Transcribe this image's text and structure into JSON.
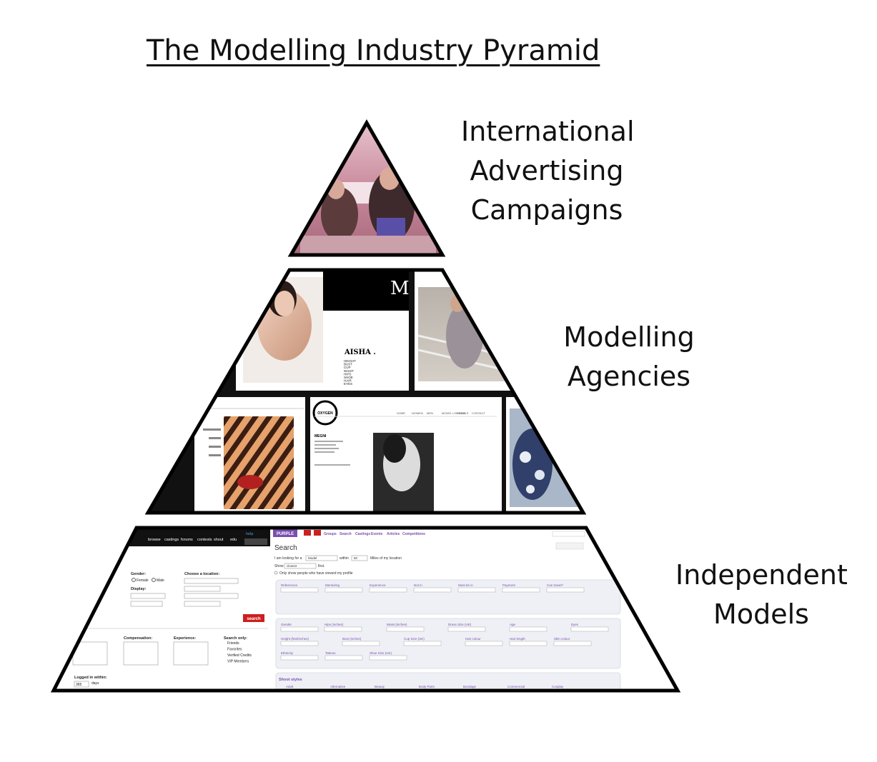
{
  "title": "The Modelling Industry Pyramid",
  "tiers": [
    {
      "label_lines": [
        "International",
        "Advertising",
        "Campaigns"
      ]
    },
    {
      "label_lines": [
        "Modelling",
        "Agencies"
      ]
    },
    {
      "label_lines": [
        "Independent",
        "Models"
      ]
    }
  ],
  "agency_card": {
    "model_name": "AISHA .",
    "stats": [
      "HEIGHT",
      "BUST",
      "CUP",
      "WAIST",
      "HIPS",
      "SHOE",
      "HAIR",
      "EYES"
    ],
    "logo_letter": "M"
  },
  "agency_site": {
    "logo": "OXYGEN",
    "nav": [
      "HOME",
      "WOMEN",
      "MEN",
      "MODEL LISTINGS",
      "DETAILS",
      "CONTACT"
    ],
    "model_name": "MEGNI"
  },
  "mm_site": {
    "nav": [
      "browse",
      "castings",
      "forums",
      "contests",
      "shout",
      "edu"
    ],
    "help": "help",
    "gender_label": "Gender:",
    "gender_options": [
      "Female",
      "Male"
    ],
    "location_label": "Choose a location:",
    "display_label": "Display:",
    "search_button": "search",
    "compensation_label": "Compensation:",
    "experience_label": "Experience:",
    "search_only_label": "Search only:",
    "search_only_options": [
      "Friends",
      "Favorites",
      "Verified Credits",
      "VIP Members"
    ],
    "logged_in_label": "Logged in within:",
    "logged_in_value": "365",
    "logged_in_unit": "days"
  },
  "pm_site": {
    "logo": "PURPLE",
    "nav": [
      "Groups",
      "Search",
      "Castings",
      "Events",
      "Articles",
      "Competitions"
    ],
    "heading": "Search",
    "looking_for": "I am looking for a",
    "model_value": "Model",
    "within": "within",
    "miles_value": "50",
    "miles_text": "Miles of my location",
    "show_label": "Show",
    "show_value": "closest",
    "first": "first.",
    "viewed_text": "Only show people who have viewed my profile",
    "filters_row1": [
      "References",
      "Mentoring",
      "Experience",
      "Not in",
      "Must be in",
      "Payment",
      "Can travel?"
    ],
    "filters_row2": [
      "Gender",
      "Hips (inches)",
      "Waist (inches)",
      "Dress Size (UK)",
      "Age",
      "Eyes"
    ],
    "filters_row3": [
      "Height (feet/inches)",
      "Bust (inches)",
      "Cup Size (UK)",
      "Hair colour",
      "Hair length",
      "Skin colour"
    ],
    "filters_row4": [
      "Ethnicity",
      "Tattoos",
      "Shoe Size (UK)"
    ],
    "shoot_styles_label": "Shoot styles",
    "shoot_styles": [
      "Adult",
      "Alternative",
      "Beauty",
      "Body Paint",
      "Bondage",
      "Commercial",
      "Cosplay"
    ]
  },
  "colors": {
    "outline": "#000000",
    "photo_pink": "#c98a9c",
    "mm_bar": "#111111",
    "mm_search_button": "#cc1f1f",
    "pm_purple": "#7a4fb0",
    "panel_bg": "#eef0f5"
  }
}
